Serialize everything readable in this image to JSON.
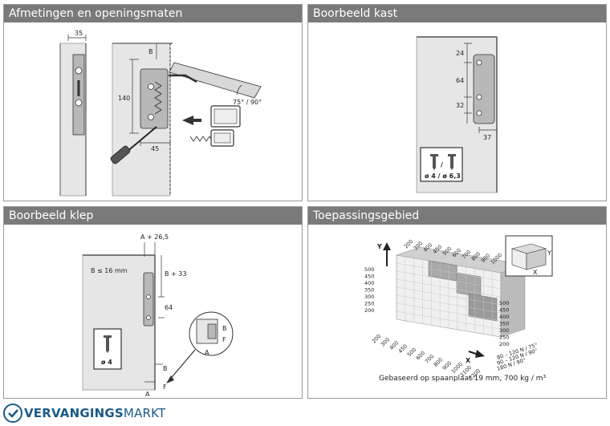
{
  "panels": {
    "afmetingen": {
      "title": "Afmetingen en openingsmaten",
      "dim_35": "35",
      "dim_b": "B",
      "dim_140": "140",
      "dim_45": "45",
      "angle": "75° / 90°"
    },
    "kast": {
      "title": "Boorbeeld kast",
      "dim_24": "24",
      "dim_64": "64",
      "dim_32": "32",
      "dim_37": "37",
      "slash": "/",
      "screw_label": "ø 4 / ø 6,3"
    },
    "klep": {
      "title": "Boorbeeld klep",
      "a_plus": "A + 26,5",
      "b_max": "B ≤ 16 mm",
      "b_plus": "B + 33",
      "dim_64": "64",
      "screw_label": "ø 4",
      "b": "B",
      "f": "F",
      "a": "A",
      "detail_b": "B",
      "detail_f": "F",
      "detail_a": "A"
    },
    "toepassing": {
      "title": "Toepassingsgebied",
      "y_label": "Y",
      "x_label": "X",
      "y_ticks": [
        "500",
        "450",
        "400",
        "350",
        "300",
        "250",
        "200"
      ],
      "x_ticks": [
        "200",
        "300",
        "400",
        "450",
        "500",
        "600",
        "700",
        "800",
        "900",
        "1000",
        "1100",
        "1200"
      ],
      "top_ticks": [
        "200",
        "300",
        "400",
        "450",
        "500",
        "600",
        "700",
        "800",
        "900",
        "1000"
      ],
      "right_ticks": [
        "500",
        "450",
        "400",
        "350",
        "300",
        "250",
        "200"
      ],
      "legend_lines": [
        "80 – 120 N / 75°",
        "90 – 120 N / 90°",
        "180 N / 90°"
      ],
      "caption": "Gebaseerd op spaanplaat 19 mm, 700 kg / m³",
      "inset_y": "Y",
      "inset_x": "X"
    }
  },
  "footer": {
    "brand_bold": "VERVANGINGS",
    "brand_light": "MARKT",
    "brand_color": "#1b5a86"
  }
}
